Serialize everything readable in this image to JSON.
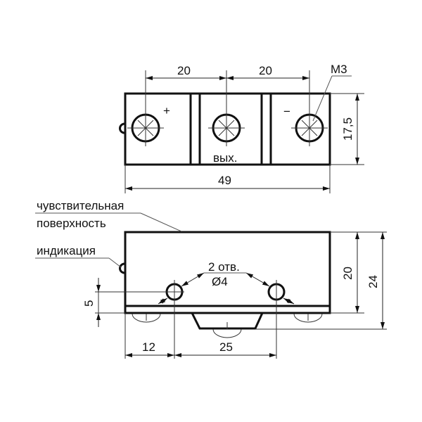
{
  "top_view": {
    "dim_pitch_left": "20",
    "dim_pitch_right": "20",
    "thread_label": "M3",
    "dim_height": "17,5",
    "dim_length": "49",
    "terminal_plus": "+",
    "terminal_minus": "−",
    "terminal_out": "вых."
  },
  "side_view": {
    "label_sensing_line1": "чувствительная",
    "label_sensing_line2": "поверхность",
    "label_indication": "индикация",
    "holes_count": "2 отв.",
    "holes_diameter": "Ø4",
    "dim_hole_offset": "5",
    "dim_first_hole": "12",
    "dim_hole_spacing": "25",
    "dim_body_height": "20",
    "dim_total_height": "24"
  }
}
